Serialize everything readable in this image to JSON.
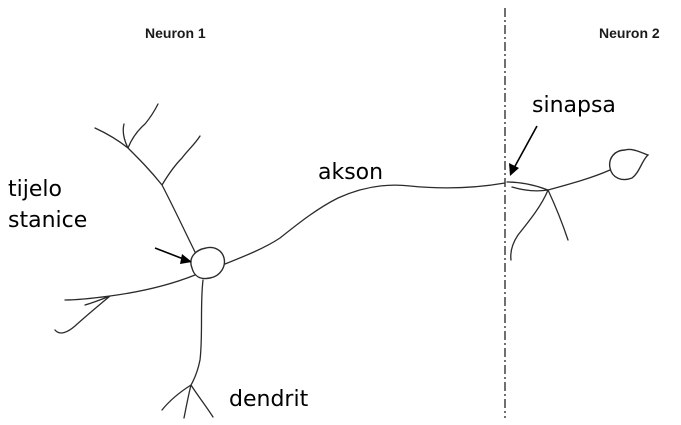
{
  "headers": {
    "neuron1": "Neuron 1",
    "neuron2": "Neuron 2"
  },
  "labels": {
    "cell_body_line1": "tijelo",
    "cell_body_line2": "stanice",
    "axon": "akson",
    "synapse": "sinapsa",
    "dendrite": "dendrit"
  },
  "colors": {
    "ink": "#2b2b2b",
    "background": "#ffffff"
  }
}
